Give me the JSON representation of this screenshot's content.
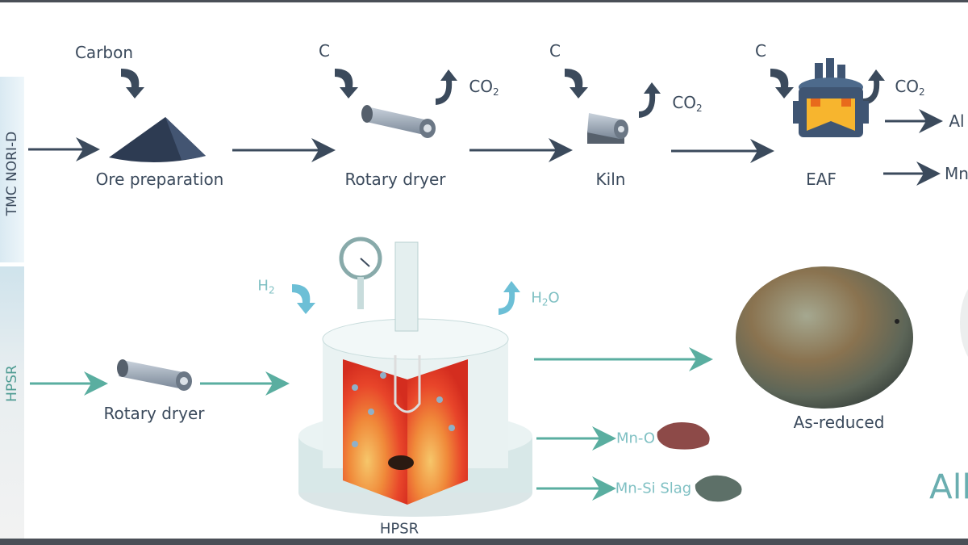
{
  "rows": {
    "top": {
      "label": "TMC NORI-D",
      "color": "#3b4a5c"
    },
    "bottom": {
      "label": "HPSR",
      "color": "#4f9c93"
    }
  },
  "top_row": {
    "carbon": "Carbon",
    "c1": "C",
    "c2": "C",
    "c3": "C",
    "co2": "CO",
    "co2_sub": "2",
    "steps": [
      "Ore preparation",
      "Rotary dryer",
      "Kiln",
      "EAF"
    ],
    "outputs": [
      "Al",
      "Mn"
    ]
  },
  "bottom_row": {
    "h2": "H",
    "h2_sub": "2",
    "h2o_a": "H",
    "h2o_sub": "2",
    "h2o_b": "O",
    "steps": [
      "Rotary dryer",
      "HPSR",
      "As-reduced"
    ],
    "byproducts": [
      "Mn-O",
      "Mn-Si Slag"
    ],
    "alloy_partial": "All"
  }
}
